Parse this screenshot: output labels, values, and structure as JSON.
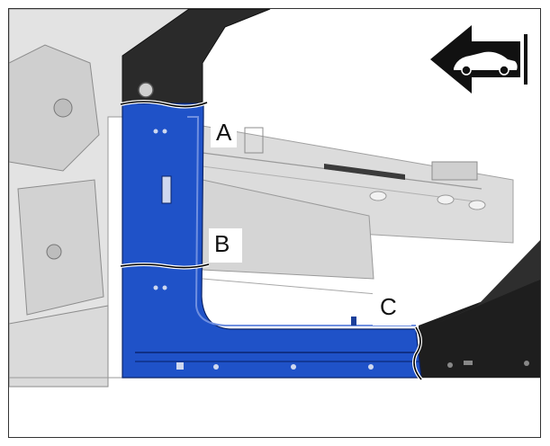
{
  "callouts": {
    "a": "A",
    "b": "B",
    "c": "C"
  },
  "colors": {
    "highlight_part": "#1f52c8",
    "highlight_shadow": "#0f2f86",
    "body_gray": "#d9d9d9",
    "body_dark": "#1e1e1e",
    "cut_line": "#000000"
  },
  "icons": {
    "direction": "vehicle-forward-arrow-icon",
    "car": "car-silhouette-icon"
  }
}
